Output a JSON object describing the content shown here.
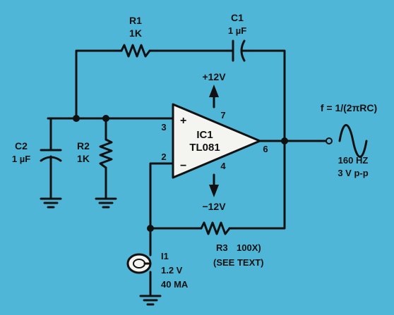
{
  "colors": {
    "background": "#4fb6d8",
    "ink": "#111111",
    "opamp_fill": "#f4f4f0"
  },
  "components": {
    "r1": {
      "name": "R1",
      "value": "1K"
    },
    "c1": {
      "name": "C1",
      "value": "1 µF"
    },
    "c2": {
      "name": "C2",
      "value": "1 µF"
    },
    "r2": {
      "name": "R2",
      "value": "1K"
    },
    "ic1": {
      "name": "IC1",
      "part": "TL081",
      "plus": "+",
      "minus": "−"
    },
    "r3": {
      "name": "R3",
      "value": "100X)",
      "note": "(SEE TEXT)"
    },
    "i1": {
      "name": "I1",
      "voltage": "1.2 V",
      "current": "40 MA"
    }
  },
  "pins": {
    "p3": "3",
    "p2": "2",
    "p7": "7",
    "p4": "4",
    "p6": "6"
  },
  "supply": {
    "pos": "+12V",
    "neg": "−12V"
  },
  "output": {
    "formula": "f = 1/(2πRC)",
    "freq": "160 HZ",
    "amp": "3 V p-p"
  }
}
